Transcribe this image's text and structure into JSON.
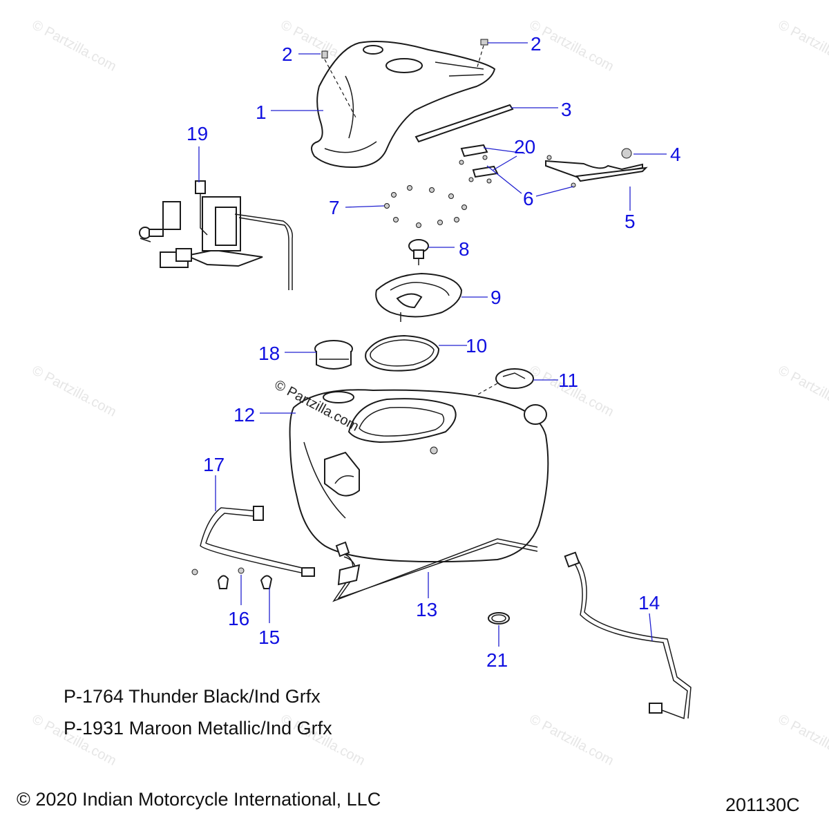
{
  "watermark_text": "© Partzilla.com",
  "center_watermark_text": "© Partzilla.com",
  "callouts": [
    "1",
    "2",
    "2",
    "3",
    "4",
    "5",
    "6",
    "7",
    "8",
    "9",
    "10",
    "11",
    "12",
    "13",
    "14",
    "15",
    "16",
    "17",
    "18",
    "19",
    "20",
    "21"
  ],
  "color_options": [
    "P-1764 Thunder Black/Ind Grfx",
    "P-1931 Maroon Metallic/Ind Grfx"
  ],
  "copyright": "© 2020 Indian Motorcycle International, LLC",
  "diagram_id": "201130C",
  "colors": {
    "callout": "#1010e0",
    "line": "#1a1a1a",
    "watermark": "#e6e6e6"
  }
}
